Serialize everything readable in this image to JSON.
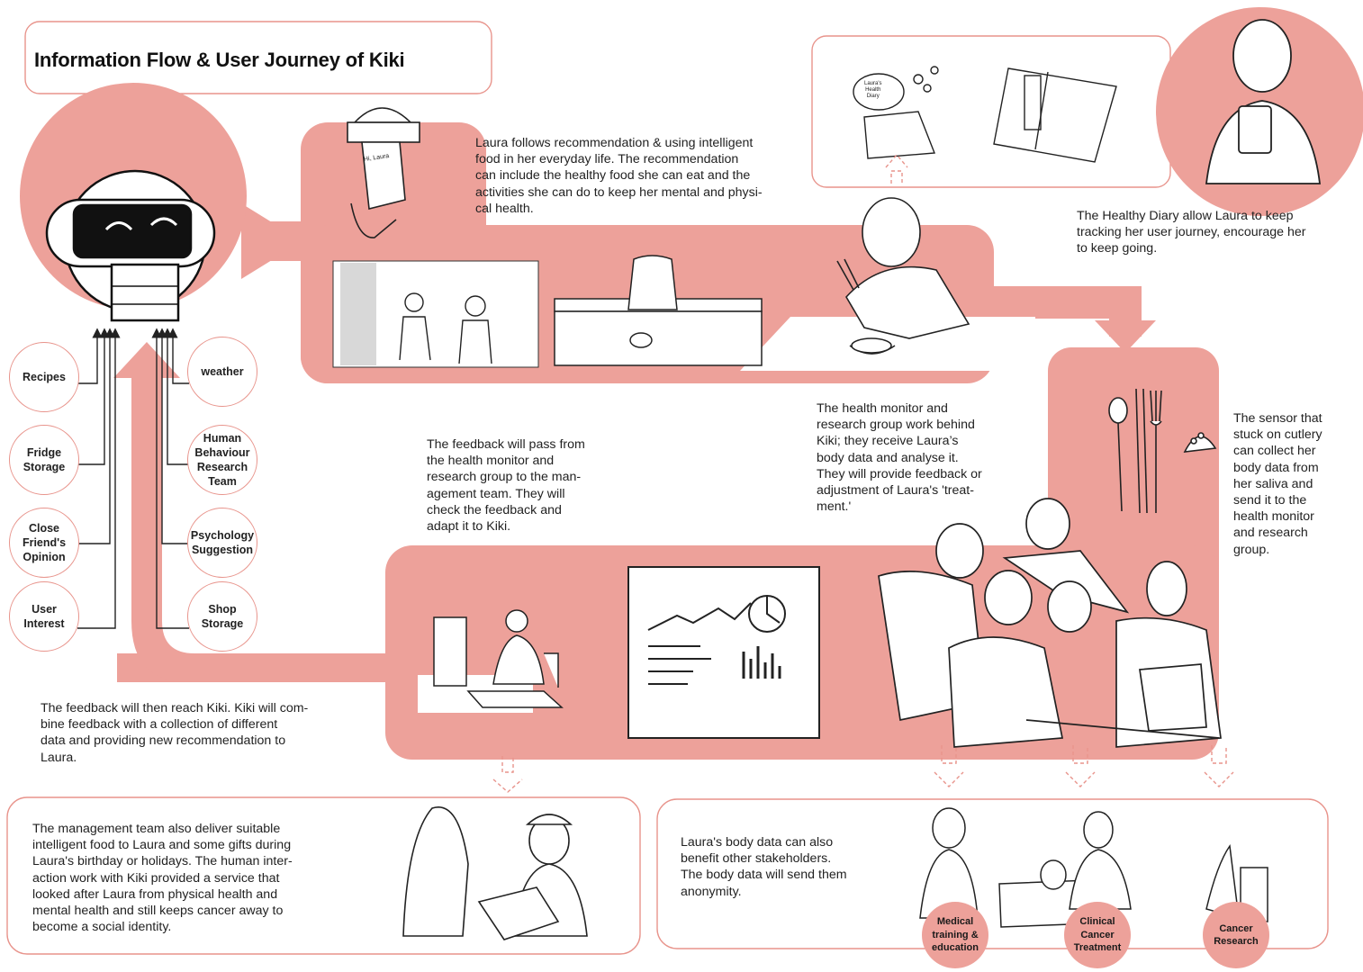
{
  "title": "Information Flow & User Journey of Kiki",
  "notes": {
    "recommendation": "Laura follows recommendation & using intelligent\nfood in her everyday life. The recommendation\ncan include the healthy food she can eat and the\nactivities she can do to keep her mental and physi-\ncal health.",
    "healthy_diary": "The Healthy Diary allow Laura to keep\ntracking her user journey,  encourage her\nto keep going.",
    "sensor": "The sensor that\nstuck on cutlery\ncan collect her\nbody data from\nher saliva and\nsend it to the\nhealth monitor\nand research\ngroup.",
    "health_monitor": "The health monitor and\nresearch group work behind\nKiki; they receive Laura’s\nbody data and analyse it.\nThey will provide feedback or\nadjustment of Laura's 'treat-\nment.'",
    "feedback_management": "The feedback will pass from\nthe health monitor and\nresearch group to the man-\nagement team. They will\ncheck the feedback and\nadapt it to Kiki.",
    "feedback_kiki": "The feedback will then reach Kiki. Kiki will com-\nbine feedback with a collection of different\ndata and providing new recommendation to\nLaura.",
    "management_delivery": "The management team also deliver suitable\nintelligent food to Laura and some gifts during\nLaura's birthday or holidays. The human inter-\naction work with Kiki provided a service that\nlooked after Laura from physical health and\nmental health and still keeps cancer away to\nbecome a social identity.",
    "body_data": "Laura's body data can also\nbenefit other stakeholders.\nThe body data will send them\nanonymity."
  },
  "inputs_left": [
    {
      "label": "Recipes"
    },
    {
      "label": "Fridge\nStorage"
    },
    {
      "label": "Close\nFriend's\nOpinion"
    },
    {
      "label": "User\nInterest"
    }
  ],
  "inputs_right": [
    {
      "label": "weather"
    },
    {
      "label": "Human\nBehaviour\nResearch\nTeam"
    },
    {
      "label": "Psychology\nSuggestion"
    },
    {
      "label": "Shop\nStorage"
    }
  ],
  "stakeholders": [
    {
      "label": "Medical\ntraining &\neducation"
    },
    {
      "label": "Clinical\nCancer\nTreatment"
    },
    {
      "label": "Cancer\nResearch"
    }
  ],
  "sketch_text": {
    "receipt": "Hi, Laura",
    "diary_bubble": "Laura's\nHealth\nDiary"
  },
  "colors": {
    "accent": "#eda19a",
    "accent_line": "#e8948c",
    "ink": "#2a2a2a"
  }
}
